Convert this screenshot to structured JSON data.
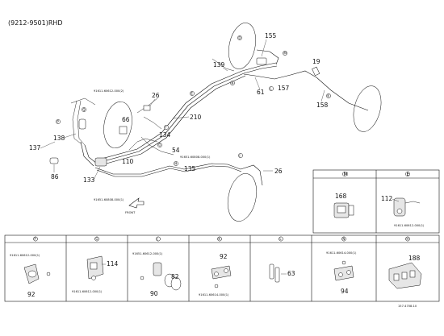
{
  "diagram": {
    "model_code": "(9212-9501)RHD",
    "figure_code": "157-4708-10",
    "front_label": "FRONT",
    "callouts": {
      "c155": "155",
      "c19": "19",
      "c139": "139",
      "c61": "61",
      "c157": "157",
      "c158": "158",
      "c26a": "26",
      "c66": "66",
      "c210": "210",
      "c134": "134",
      "c54": "54",
      "c137": "137",
      "c138": "138",
      "c86": "86",
      "c110": "110",
      "c135": "135",
      "c133": "133",
      "c26b": "26"
    },
    "part_numbers": {
      "pn_top": "91611-60612-000(2)",
      "pn_54": "91651-60808-000(1)",
      "pn_bottom": "91651-60808-000(1)"
    },
    "section_markers": {
      "m1": "P",
      "m2": "Q",
      "m3": "D",
      "m4": "M",
      "m5": "L",
      "m6": "N",
      "m7": "E",
      "m8": "F",
      "m9": "G",
      "m10": "J",
      "m11": "H",
      "m12": "K"
    },
    "detail_top": [
      {
        "header": "M",
        "callout": "168"
      },
      {
        "header": "E",
        "callout": "112",
        "part_number": "91611-60612-000(1)"
      }
    ],
    "detail_bottom": [
      {
        "header": "P",
        "callout": "92",
        "part_number": "91611-60612-000(1)"
      },
      {
        "header": "G",
        "callout": "114",
        "part_number": "91611-60612-000(1)"
      },
      {
        "header": "J",
        "callout_a": "82",
        "callout_b": "90",
        "part_number": "91651-60612-000(1)"
      },
      {
        "header": "K",
        "callout": "92",
        "part_number": "91611-60614-000(1)"
      },
      {
        "header": "L",
        "callout": "63"
      },
      {
        "header": "N",
        "callout": "94",
        "part_number": "91611-60614-000(1)"
      },
      {
        "header": "H",
        "callout": "188"
      }
    ],
    "colors": {
      "line": "#111111",
      "background": "#ffffff",
      "shade": "#e6e6e6"
    }
  }
}
